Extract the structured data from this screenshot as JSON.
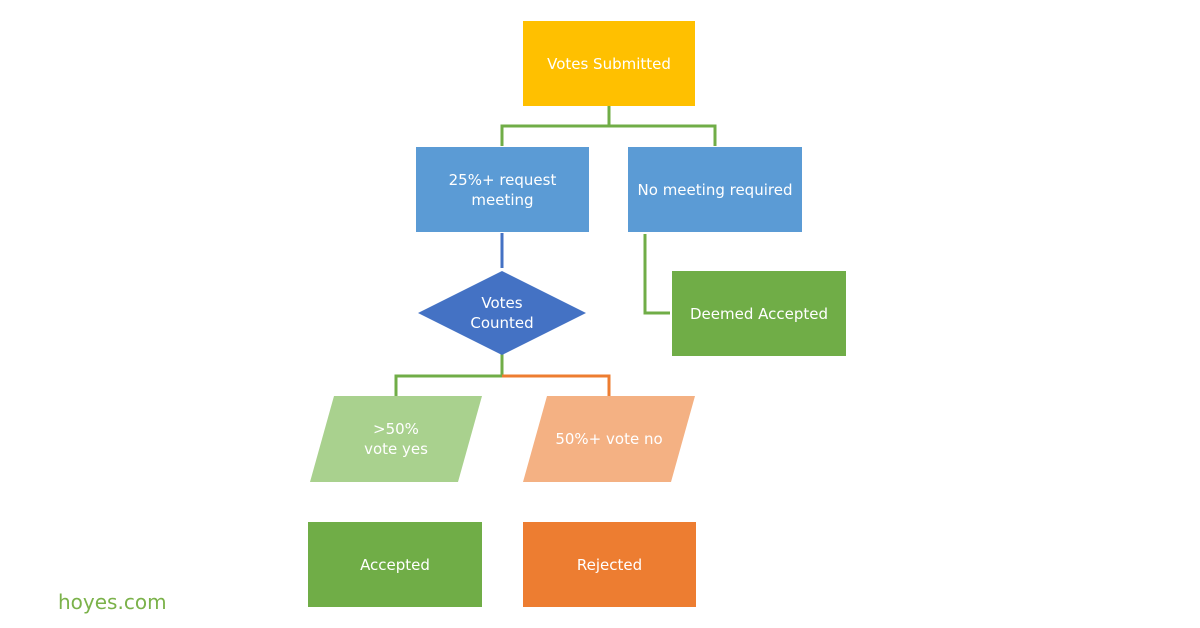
{
  "colors": {
    "yellow": "#ffc000",
    "blue": "#5b9bd5",
    "dark_blue": "#4472c4",
    "green": "#70ad47",
    "light_green": "#a9d18e",
    "orange": "#ed7d31",
    "light_orange": "#f4b183",
    "watermark": "#7bb24a"
  },
  "nodes": {
    "votes_submitted": "Votes Submitted",
    "request_meeting": "25%+ request meeting",
    "no_meeting": "No meeting required",
    "deemed_accepted": "Deemed Accepted",
    "votes_counted": "Votes Counted",
    "vote_yes": ">50% vote yes",
    "vote_no": "50%+ vote no",
    "accepted": "Accepted",
    "rejected": "Rejected"
  },
  "watermark": "hoyes.com"
}
